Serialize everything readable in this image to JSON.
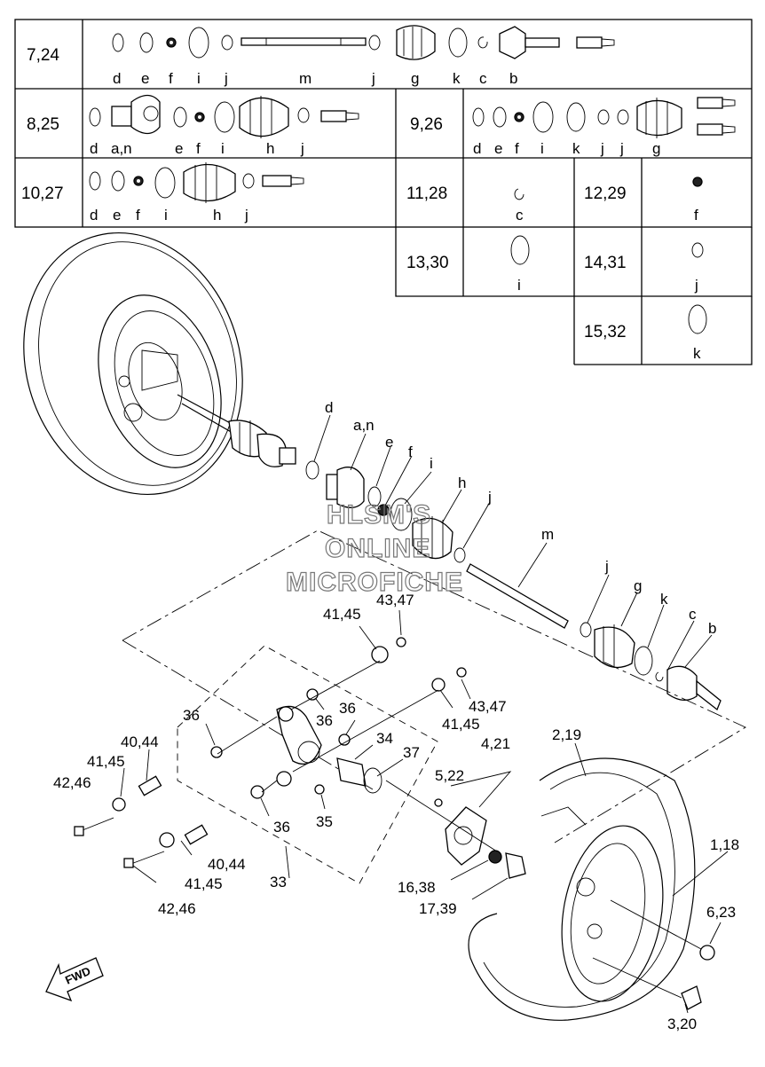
{
  "kits": [
    {
      "id": "kit-7-24",
      "label": "7,24",
      "parts": [
        "d",
        "e",
        "f",
        "i",
        "j",
        "m",
        "j",
        "g",
        "k",
        "c",
        "b"
      ]
    },
    {
      "id": "kit-8-25",
      "label": "8,25",
      "parts": [
        "d",
        "a,n",
        "e",
        "f",
        "i",
        "h",
        "j"
      ]
    },
    {
      "id": "kit-9-26",
      "label": "9,26",
      "parts": [
        "d",
        "e",
        "f",
        "i",
        "k",
        "j",
        "j",
        "g"
      ]
    },
    {
      "id": "kit-10-27",
      "label": "10,27",
      "parts": [
        "d",
        "e",
        "f",
        "i",
        "h",
        "j"
      ]
    },
    {
      "id": "kit-11-28",
      "label": "11,28",
      "parts": [
        "c"
      ]
    },
    {
      "id": "kit-12-29",
      "label": "12,29",
      "parts": [
        "f"
      ]
    },
    {
      "id": "kit-13-30",
      "label": "13,30",
      "parts": [
        "i"
      ]
    },
    {
      "id": "kit-14-31",
      "label": "14,31",
      "parts": [
        "j"
      ]
    },
    {
      "id": "kit-15-32",
      "label": "15,32",
      "parts": [
        "k"
      ]
    }
  ],
  "callouts": {
    "d": "d",
    "an": "a,n",
    "e": "e",
    "f": "f",
    "i": "i",
    "h": "h",
    "j": "j",
    "m": "m",
    "j2": "j",
    "g": "g",
    "k": "k",
    "c": "c",
    "b": "b",
    "c41_45a": "41,45",
    "c43_47a": "43,47",
    "c36a": "36",
    "c36b": "36",
    "c36c": "36",
    "c40_44a": "40,44",
    "c41_45b": "41,45",
    "c42_46a": "42,46",
    "c34": "34",
    "c37": "37",
    "c43_47b": "43,47",
    "c41_45c": "41,45",
    "c4_21": "4,21",
    "c5_22": "5,22",
    "c2_19": "2,19",
    "c35": "35",
    "c40_44b": "40,44",
    "c41_45d": "41,45",
    "c33": "33",
    "c42_46b": "42,46",
    "c16_38": "16,38",
    "c17_39": "17,39",
    "c1_18": "1,18",
    "c6_23": "6,23",
    "c3_20": "3,20"
  },
  "watermark": {
    "line1": "HLSM'S",
    "line2": "ONLINE",
    "line3": "MICROFICHE"
  },
  "fwd_label": "FWD"
}
